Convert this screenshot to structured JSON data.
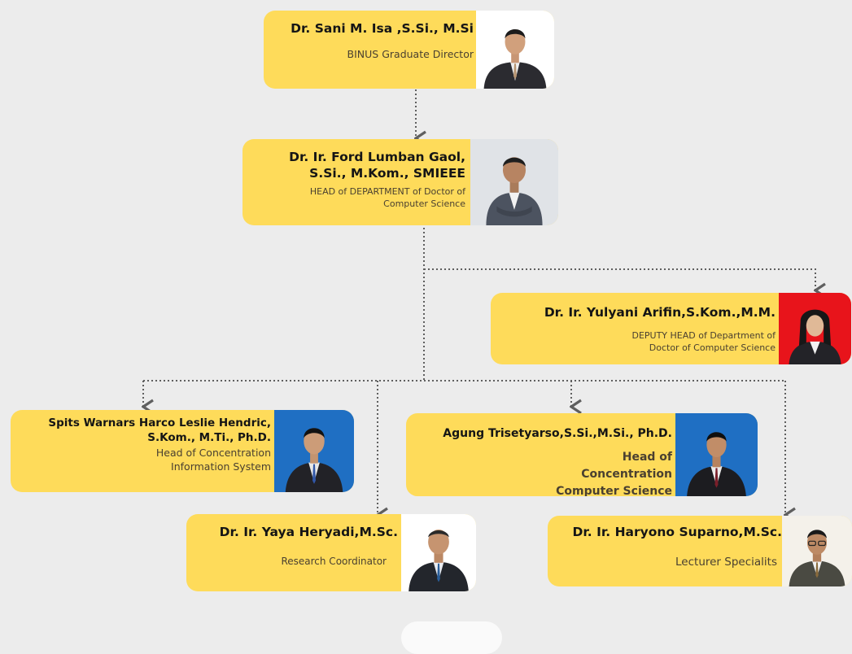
{
  "chart": {
    "nodes": [
      {
        "name": "Dr. Sani M. Isa ,S.Si., M.Si",
        "role": "BINUS Graduate Director"
      },
      {
        "name": "Dr. Ir. Ford Lumban Gaol, S.Si., M.Kom., SMIEEE",
        "role": "HEAD of DEPARTMENT of Doctor of Computer Science"
      },
      {
        "name": "Dr. Ir. Yulyani Arifin,S.Kom.,M.M.",
        "role": "DEPUTY HEAD of Department of Doctor of Computer Science"
      },
      {
        "name": "Spits Warnars Harco Leslie Hendric, S.Kom., M.Ti., Ph.D.",
        "role": "Head of Concentration Information System"
      },
      {
        "name": "Agung Trisetyarso,S.Si.,M.Si., Ph.D.",
        "role": "Head of Concentration Computer Science"
      },
      {
        "name": "Dr. Ir. Yaya Heryadi,M.Sc.",
        "role": "Research Coordinator"
      },
      {
        "name": "Dr. Ir. Haryono Suparno,M.Sc.",
        "role": "Lecturer Specialits"
      }
    ]
  },
  "colors": {
    "card": "#fedb5a",
    "background": "#ececec",
    "connector": "#5f5f5f",
    "photo_bg_white": "#ffffff",
    "photo_bg_red": "#e8141b",
    "photo_bg_blue": "#1f6fc3"
  }
}
